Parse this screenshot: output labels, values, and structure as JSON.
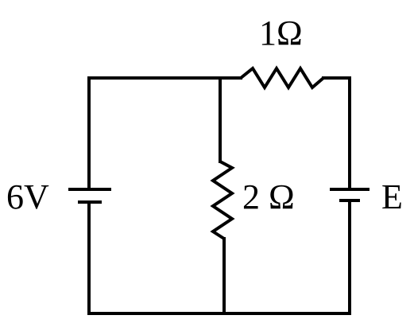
{
  "labels": {
    "top_resistor": "1Ω",
    "middle_resistor": "2 Ω",
    "left_battery": "6V",
    "right_battery": "E"
  }
}
